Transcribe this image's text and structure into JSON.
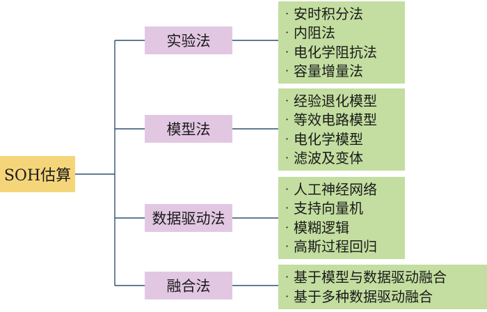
{
  "root": {
    "label": "SOH估算"
  },
  "bullet": "·",
  "methods": [
    {
      "label": "实验法",
      "items": [
        "安时积分法",
        "内阻法",
        "电化学阻抗法",
        "容量增量法"
      ]
    },
    {
      "label": "模型法",
      "items": [
        "经验退化模型",
        "等效电路模型",
        "电化学模型",
        "滤波及变体"
      ]
    },
    {
      "label": "数据驱动法",
      "items": [
        "人工神经网络",
        "支持向量机",
        "模糊逻辑",
        "高斯过程回归"
      ]
    },
    {
      "label": "融合法",
      "items": [
        "基于模型与数据驱动融合",
        "基于多种数据驱动融合"
      ]
    }
  ],
  "colors": {
    "root_box": "#f5d57a",
    "method_box": "#e2c7e3",
    "leaf_box": "#c3dea0",
    "connector": "#2f4f6f"
  }
}
